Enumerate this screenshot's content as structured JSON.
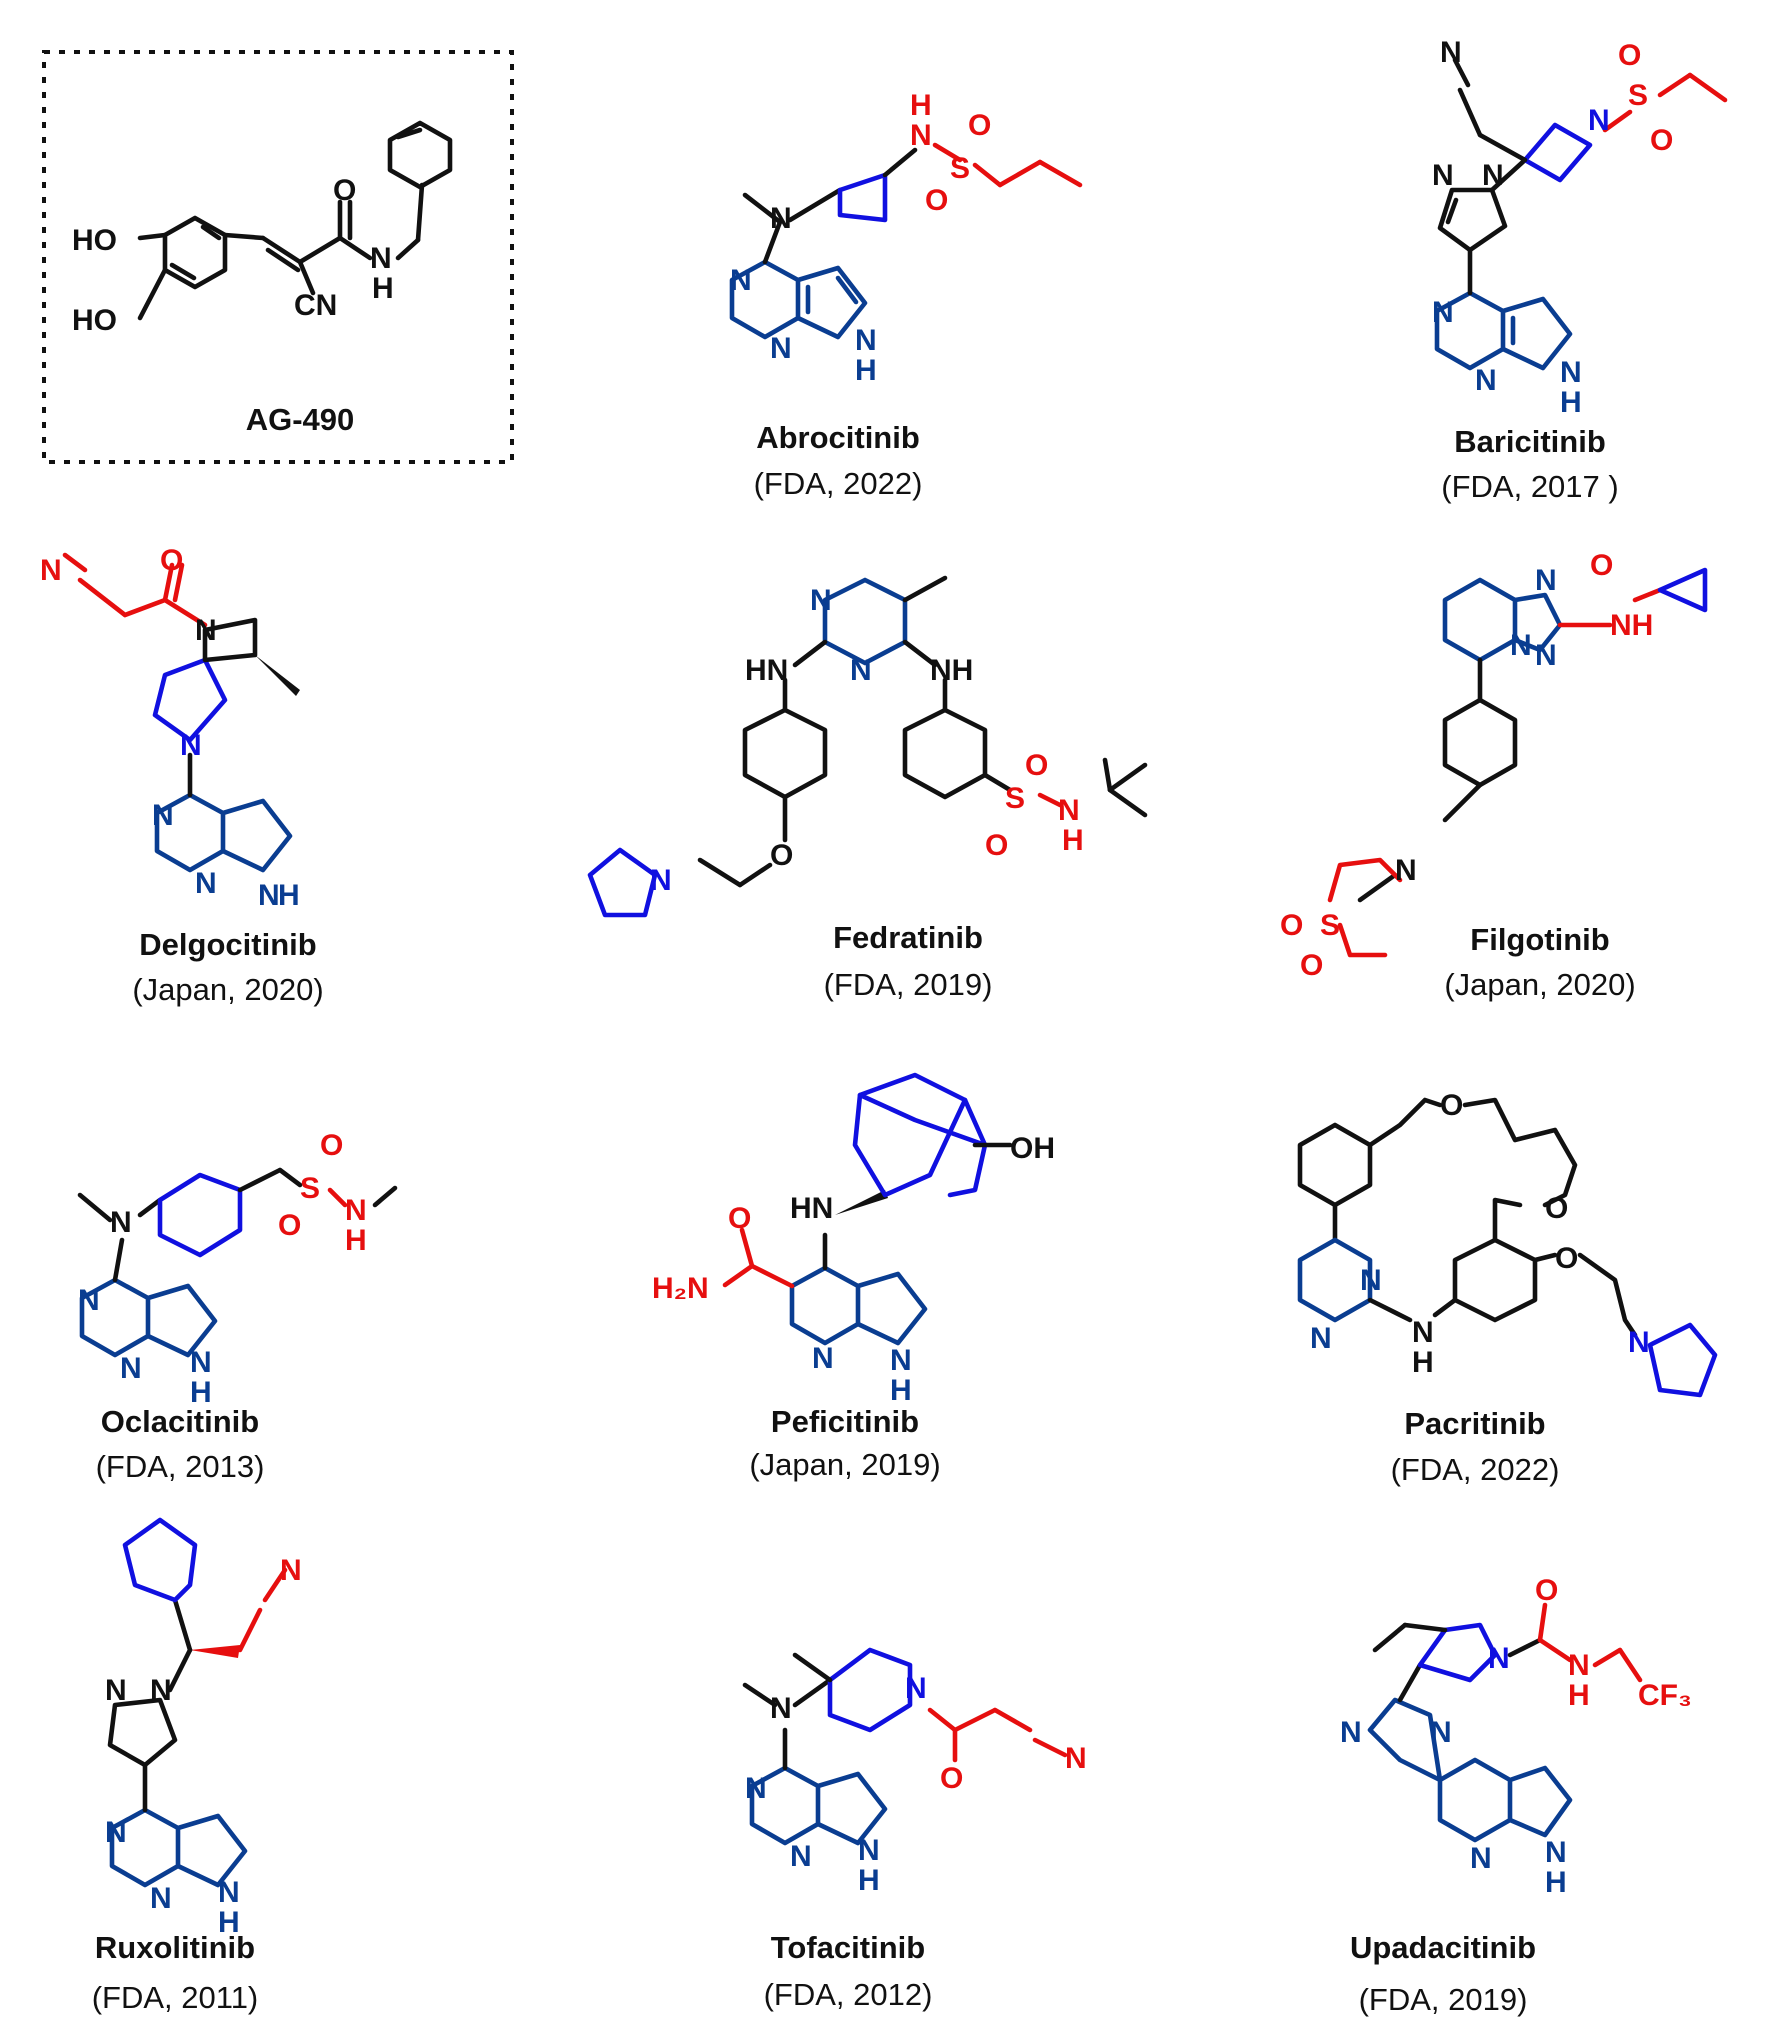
{
  "compounds": [
    {
      "name": "AG-490",
      "approval": ""
    },
    {
      "name": "Abrocitinib",
      "approval": "(FDA, 2022)"
    },
    {
      "name": "Baricitinib",
      "approval": "(FDA, 2017 )"
    },
    {
      "name": "Delgocitinib",
      "approval": "(Japan, 2020)"
    },
    {
      "name": "Fedratinib",
      "approval": "(FDA, 2019)"
    },
    {
      "name": "Filgotinib",
      "approval": "(Japan, 2020)"
    },
    {
      "name": "Oclacitinib",
      "approval": "(FDA, 2013)"
    },
    {
      "name": "Peficitinib",
      "approval": "(Japan, 2019)"
    },
    {
      "name": "Pacritinib",
      "approval": "(FDA, 2022)"
    },
    {
      "name": "Ruxolitinib",
      "approval": "(FDA, 2011)"
    },
    {
      "name": "Tofacitinib",
      "approval": "(FDA, 2012)"
    },
    {
      "name": "Upadacitinib",
      "approval": "(FDA, 2019)"
    }
  ],
  "atoms": {
    "ho": "HO",
    "o": "O",
    "n": "N",
    "h": "H",
    "s": "S",
    "nh": "NH",
    "hn": "HN",
    "cn": "CN",
    "oh": "OH",
    "h2n": "H₂N",
    "cf3": "CF₃"
  },
  "colors": {
    "core": "#0a3d91",
    "ring": "#1010e0",
    "group": "#e60f0f",
    "bond": "#111111"
  }
}
